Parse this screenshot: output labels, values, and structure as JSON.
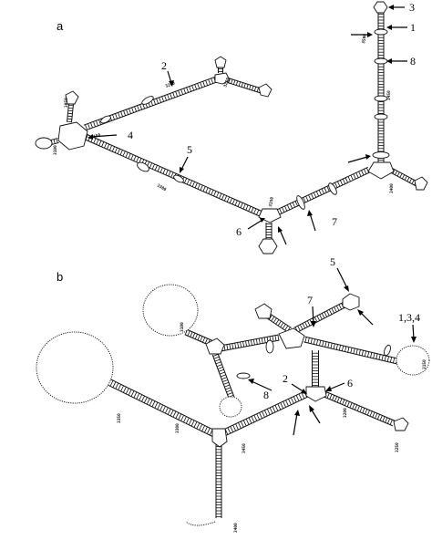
{
  "figure": {
    "panels": [
      {
        "letter": "a",
        "position_labels": [
          "3050",
          "3100",
          "3150",
          "3200",
          "3250",
          "3300",
          "3350",
          "3400",
          "3450",
          "3500"
        ],
        "callouts": [
          "3",
          "1",
          "8",
          "2",
          "4",
          "5",
          "6",
          "7"
        ]
      },
      {
        "letter": "b",
        "position_labels": [
          "3100",
          "3150",
          "3200",
          "3250",
          "3300",
          "3350",
          "3400",
          "3450"
        ],
        "callouts": [
          "5",
          "7",
          "1,3,4",
          "2",
          "6",
          "8"
        ]
      }
    ]
  }
}
